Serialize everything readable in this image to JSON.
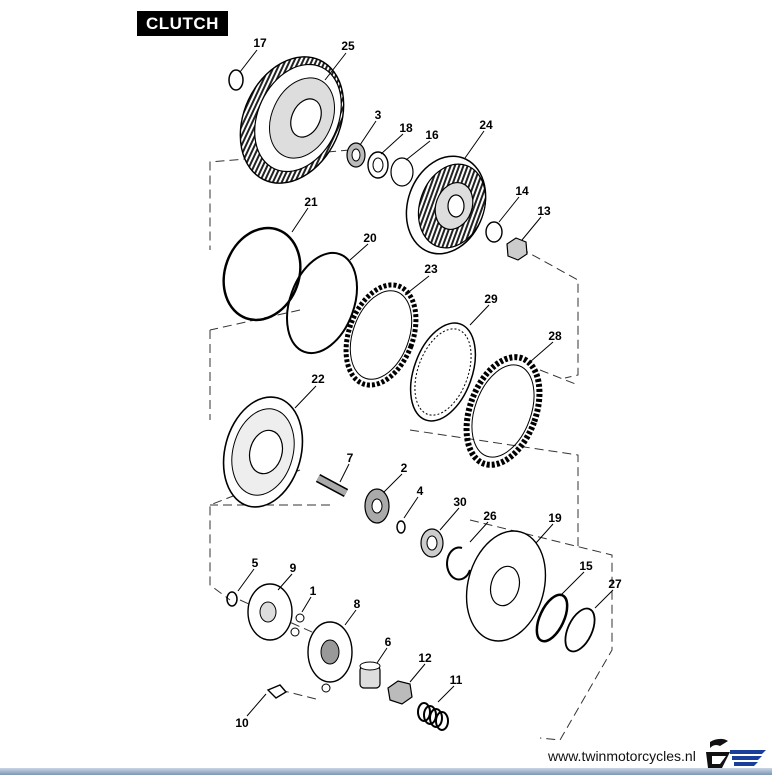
{
  "title": "CLUTCH",
  "footer": {
    "url": "www.twinmotorcycles.nl",
    "logo_icon": "brand-logo-icon"
  },
  "callouts": {
    "n1": "1",
    "n2": "2",
    "n3": "3",
    "n4": "4",
    "n5": "5",
    "n6": "6",
    "n7": "7",
    "n8": "8",
    "n9": "9",
    "n10": "10",
    "n11": "11",
    "n12": "12",
    "n13": "13",
    "n14": "14",
    "n15": "15",
    "n16": "16",
    "n17": "17",
    "n18": "18",
    "n19": "19",
    "n20": "20",
    "n21": "21",
    "n22": "22",
    "n23": "23",
    "n24": "24",
    "n25": "25",
    "n26": "26",
    "n27": "27",
    "n28": "28",
    "n29": "29",
    "n30": "30"
  }
}
